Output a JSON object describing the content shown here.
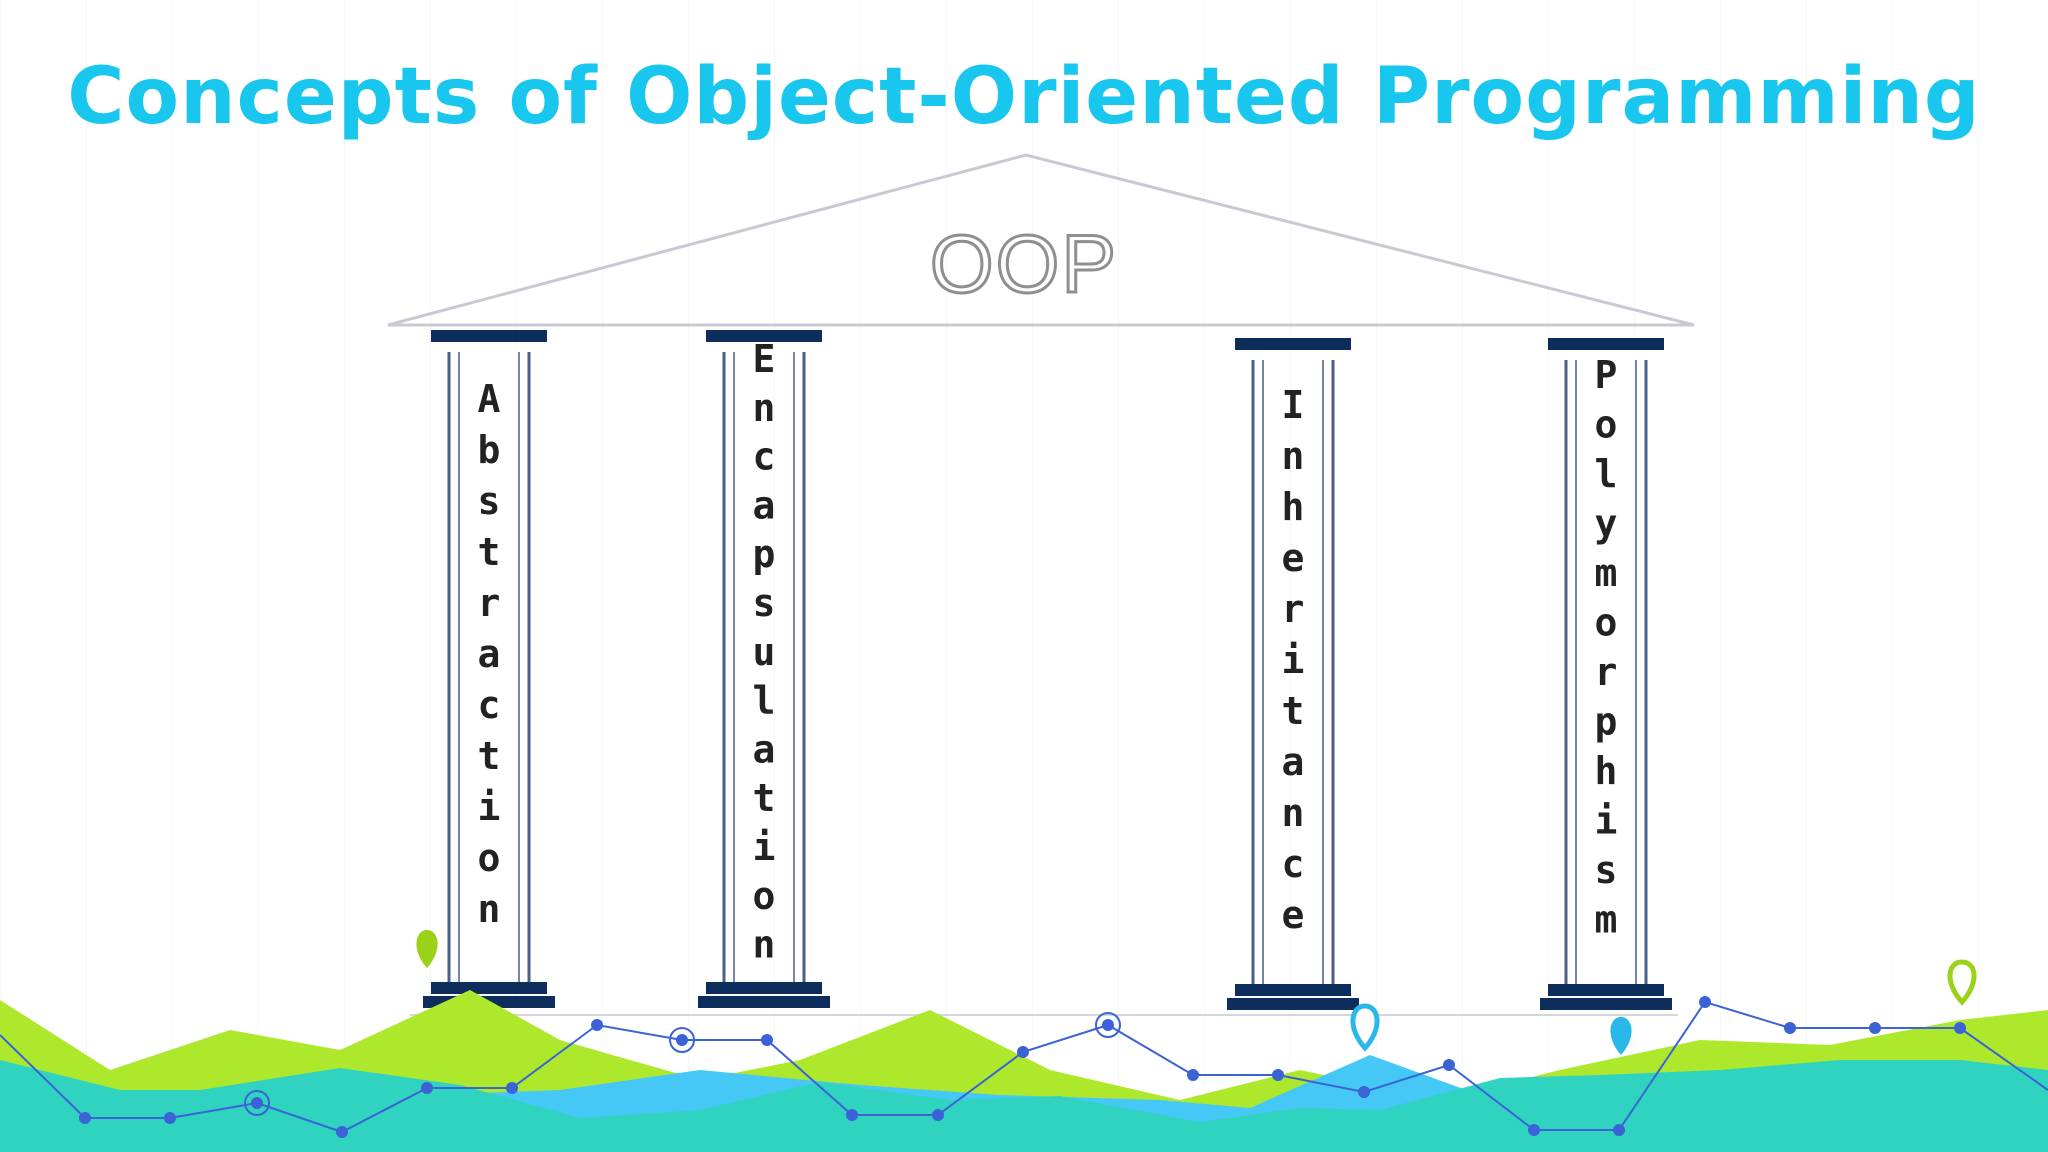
{
  "slide": {
    "title": "Concepts of Object-Oriented Programming"
  },
  "diagram": {
    "roof_label": "OOP",
    "pillars": [
      {
        "label": "Abstraction"
      },
      {
        "label": "Encapsulation"
      },
      {
        "label": "Inheritance"
      },
      {
        "label": "Polymorphism"
      }
    ]
  },
  "colors": {
    "title": "#19c7ee",
    "pillar_cap": "#0d2d5c",
    "pillar_line": "#4a5f8a",
    "roof_line": "#c9c9d3",
    "wave_green": "#aee82c",
    "wave_teal": "#2fd3c0",
    "wave_blue": "#45c8f5",
    "line_chart": "#3b63d6",
    "marker_green": "#9ad21a",
    "marker_blue": "#2ab8ea"
  }
}
